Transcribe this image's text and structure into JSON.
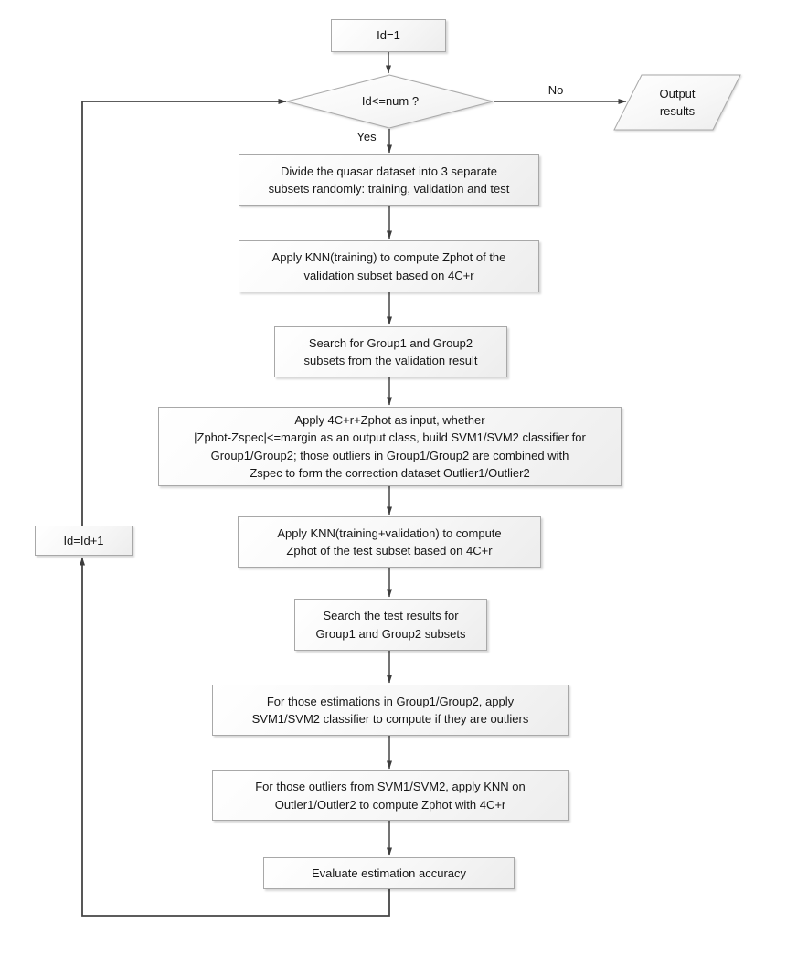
{
  "flowchart": {
    "nodes": {
      "start": {
        "label": "Id=1"
      },
      "decision": {
        "label": "Id<=num ?"
      },
      "output": {
        "label": "Output\nresults"
      },
      "divide": {
        "label": "Divide the quasar dataset into 3 separate\nsubsets randomly: training, validation and test"
      },
      "knn_validation": {
        "label": "Apply KNN(training) to compute Zphot of the\nvalidation subset based on 4C+r"
      },
      "search_validation": {
        "label": "Search for Group1 and Group2\nsubsets from the validation result"
      },
      "svm_build": {
        "label": "Apply 4C+r+Zphot as input, whether\n|Zphot-Zspec|<=margin as an output class, build SVM1/SVM2 classifier for\nGroup1/Group2; those outliers in Group1/Group2 are combined with\nZspec to form the correction dataset Outlier1/Outlier2"
      },
      "knn_test": {
        "label": "Apply KNN(training+validation) to compute\nZphot of the test subset based on 4C+r"
      },
      "search_test": {
        "label": "Search the test results for\nGroup1 and Group2 subsets"
      },
      "svm_classify": {
        "label": "For those estimations in Group1/Group2, apply\nSVM1/SVM2  classifier to compute if they are outliers"
      },
      "knn_outlier": {
        "label": "For those outliers from SVM1/SVM2, apply KNN on\nOutler1/Outler2 to compute Zphot with 4C+r"
      },
      "evaluate": {
        "label": "Evaluate estimation accuracy"
      },
      "increment": {
        "label": "Id=Id+1"
      }
    },
    "edge_labels": {
      "yes": "Yes",
      "no": "No"
    },
    "colors": {
      "node_border": "#a8a8a8",
      "node_fill_light": "#ffffff",
      "node_fill_dark": "#ededed",
      "connector": "#454545",
      "arrowhead": "#3d3d3d",
      "text": "#161616",
      "background": "#ffffff"
    }
  }
}
